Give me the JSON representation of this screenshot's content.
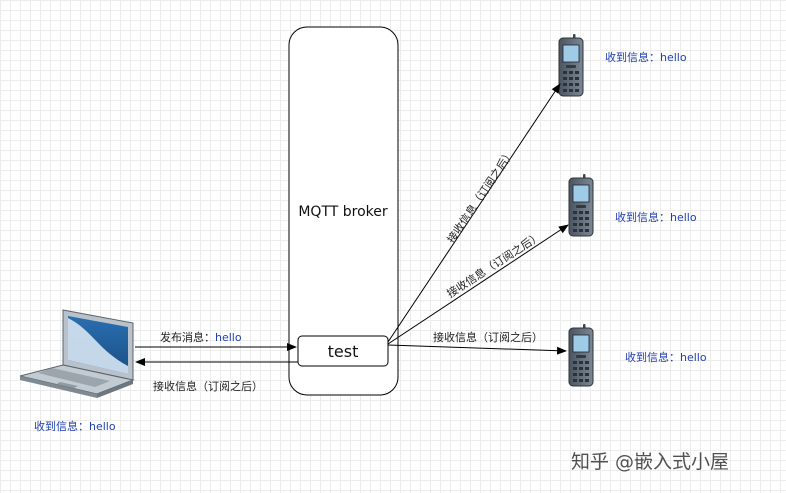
{
  "broker": {
    "title": "MQTT broker",
    "topic": "test"
  },
  "publisher": {
    "publish_label": "发布消息：",
    "publish_value": "hello",
    "receive_label": "接收信息（订阅之后）",
    "received_prefix": "收到信息：",
    "received_value": "hello"
  },
  "subscribers": [
    {
      "edge_label": "接收信息（订阅之后）",
      "received_prefix": "收到信息：",
      "received_value": "hello"
    },
    {
      "edge_label": "接收信息（订阅之后）",
      "received_prefix": "收到信息：",
      "received_value": "hello"
    },
    {
      "edge_label": "接收信息（订阅之后）",
      "received_prefix": "收到信息：",
      "received_value": "hello"
    }
  ],
  "watermark": "知乎 @嵌入式小屋",
  "colors": {
    "value_text": "#1f3fb0",
    "line": "#000000"
  }
}
